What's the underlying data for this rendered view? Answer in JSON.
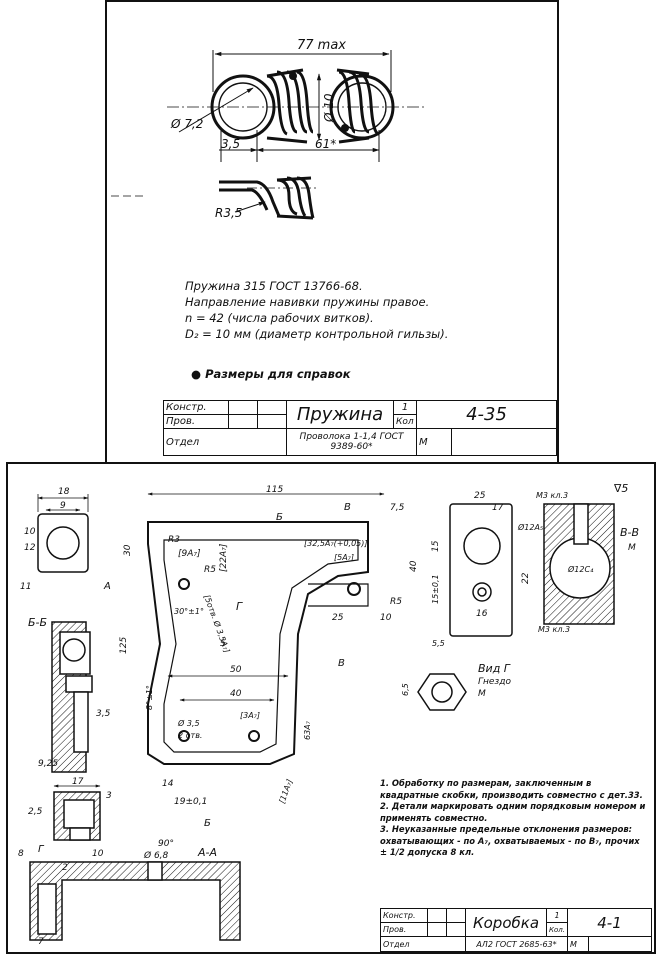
{
  "sheet1": {
    "dims": {
      "length_max": "77 max",
      "inner_dia": "Ø 10",
      "hook_dia": "Ø 7,2",
      "offset": "3,5",
      "body_len": "61*",
      "bend_radius": "R3,5"
    },
    "notes": [
      "Пружина 315 ГОСТ 13766-68.",
      "Направление навивки пружины правое.",
      "n = 42 (числа рабочих витков).",
      "D₂ = 10 мм (диаметр контрольной гильзы)."
    ],
    "bullet_note": "Размеры для справок",
    "title_block": {
      "r1": "Констр.",
      "r2": "Пров.",
      "r3": "Отдел",
      "name": "Пружина",
      "qty": "1",
      "qty_label": "Кол",
      "code": "4-35",
      "material": "Проволока 1-1,4 ГОСТ 9389-60*",
      "mark": "М"
    }
  },
  "sheet2": {
    "dims": {
      "d18": "18",
      "d9": "9",
      "d115": "115",
      "d75": "7,5",
      "d25": "25",
      "d17": "17",
      "thread": "М3 кл.3",
      "rough": "∇5",
      "d12": "12",
      "d10": "10",
      "d11": "11",
      "d30": "30",
      "d125": "125",
      "d40": "40",
      "d15": "15",
      "d15t": "15±0,1",
      "d22": "22",
      "d16": "16",
      "d12a": "Ø12А₅",
      "d12b": "Ø12С₄",
      "r3": "R3",
      "r5": "R5",
      "d9a": "[9А₇]",
      "d22a": "[22А₇]",
      "d325": "[32,5А₇(+0,05)]",
      "d5a": "[5А₇]",
      "d50": "50",
      "d40b": "40",
      "d5": "5",
      "d3a": "[3А₇]",
      "d035": "Ø 3,5",
      "holes": "2 отв.",
      "d63": "63А₇",
      "d14": "14",
      "d19": "19±0,1",
      "d11a": "[11А₇]",
      "d8": "8",
      "d925": "9,25",
      "d35": "3,5",
      "d3": "3",
      "d25b": "2,5",
      "d2": "2",
      "d7": "7",
      "d68": "Ø 6,8",
      "d90": "90°",
      "d55": "5,5",
      "d65": "6,5",
      "slot": "[5отв. Ø 3,5А₇]",
      "ang1": "8°±1°",
      "ang2": "30°±1°"
    },
    "labels": {
      "sec_bb_top": "Б",
      "sec_b_top": "В",
      "sec_bb": "Б-Б",
      "sec_vv": "В-В",
      "sec_aa": "А-А",
      "view_a": "А",
      "view_g": "Г",
      "vid_g": "Вид Г",
      "gnezdo": "Гнездо",
      "m": "М",
      "m3": "М3 кл.3"
    },
    "notes": [
      "1. Обработку по размерам, заключенным в квадратные скобки, производить совместно с дет.33.",
      "2. Детали маркировать одним порядковым номером и применять совместно.",
      "3. Неуказанные предельные отклонения размеров: охватывающих - по А₇, охватываемых - по В₇, прочих ± 1/2 допуска 8 кл."
    ],
    "title_block": {
      "r1": "Констр.",
      "r2": "Пров.",
      "r3": "Отдел",
      "name": "Коробка",
      "qty": "1",
      "qty_label": "Кол.",
      "code": "4-1",
      "material": "АЛ2 ГОСТ 2685-63*",
      "mark": "М"
    }
  }
}
